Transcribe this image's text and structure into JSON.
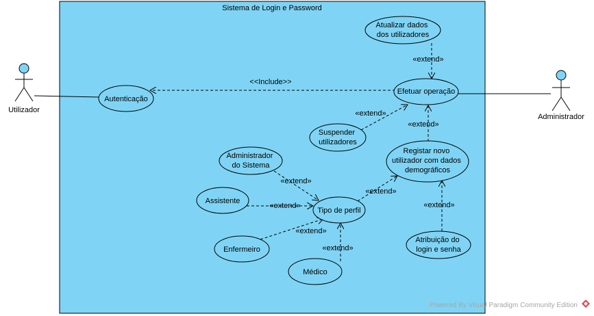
{
  "system": {
    "title": "Sistema de Login e Password",
    "fill": "#7fd4f5"
  },
  "actors": {
    "utilizador": "Utilizador",
    "administrador": "Administrador"
  },
  "use_cases": {
    "autenticacao": [
      "Autenticação"
    ],
    "efetuar": [
      "Efetuar operação"
    ],
    "atualizar": [
      "Atualizar dados",
      "dos utilizadores"
    ],
    "suspender": [
      "Suspender",
      "utilizadores"
    ],
    "registar": [
      "Registar novo",
      "utilizador com dados",
      "demográficos"
    ],
    "admin_sistema": [
      "Administrador",
      "do Sistema"
    ],
    "assistente": [
      "Assistente"
    ],
    "tipo_perfil": [
      "Tipo de perfil"
    ],
    "enfermeiro": [
      "Enfermeiro"
    ],
    "medico": [
      "Médico"
    ],
    "atribuicao": [
      "Atribuição do",
      "login e senha"
    ]
  },
  "relations": {
    "include": "<<Include>>",
    "extend": "«extend»"
  },
  "footer": {
    "powered": "Powered By  Visual Paradigm Community Edition"
  }
}
